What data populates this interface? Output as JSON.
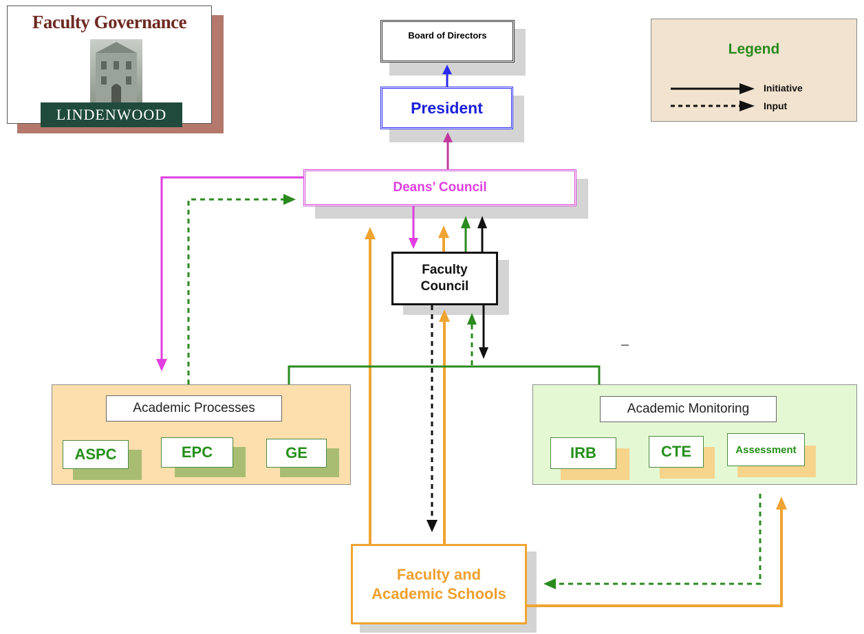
{
  "logo": {
    "title": "Faculty Governance",
    "band_text": "LINDENWOOD"
  },
  "legend": {
    "title": "Legend",
    "items": [
      {
        "label": "Initiative",
        "line": "solid"
      },
      {
        "label": "Input",
        "line": "dashed"
      }
    ]
  },
  "nodes": {
    "board": "Board of Directors",
    "president": "President",
    "deans_council": "Deans’ Council",
    "faculty_council_line1": "Faculty",
    "faculty_council_line2": "Council",
    "faculty_schools_line1": "Faculty and",
    "faculty_schools_line2": "Academic Schools"
  },
  "academic_processes": {
    "title": "Academic Processes",
    "items": [
      "ASPC",
      "EPC",
      "GE"
    ]
  },
  "academic_monitoring": {
    "title": "Academic Monitoring",
    "items": [
      "IRB",
      "CTE",
      "Assessment"
    ]
  },
  "colors": {
    "black": "#111111",
    "blue": "#2a2af0",
    "magenta": "#e03ee0",
    "green": "#2a8a1e",
    "orange": "#f0a431",
    "logo_red": "#6e2a22",
    "logo_green": "#1f4a3c"
  }
}
